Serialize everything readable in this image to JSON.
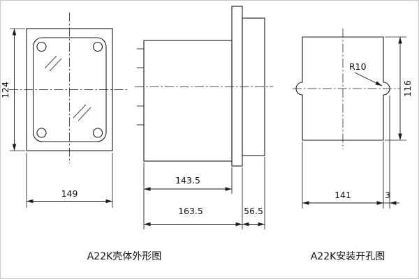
{
  "captions": {
    "outline_view": "A22K壳体外形图",
    "mounting_view": "A22K安装开孔图"
  },
  "front_view": {
    "height_dim": "124",
    "width_dim": "149"
  },
  "side_view": {
    "body_depth_dim": "143.5",
    "total_depth_dim": "163.5",
    "socket_depth_dim": "56.5"
  },
  "mounting_view": {
    "width_dim": "141",
    "notch_dim": "3",
    "height_dim": "116",
    "radius_label": "R10"
  },
  "colors": {
    "line": "#1b1b1b",
    "background": "#ffffff"
  }
}
